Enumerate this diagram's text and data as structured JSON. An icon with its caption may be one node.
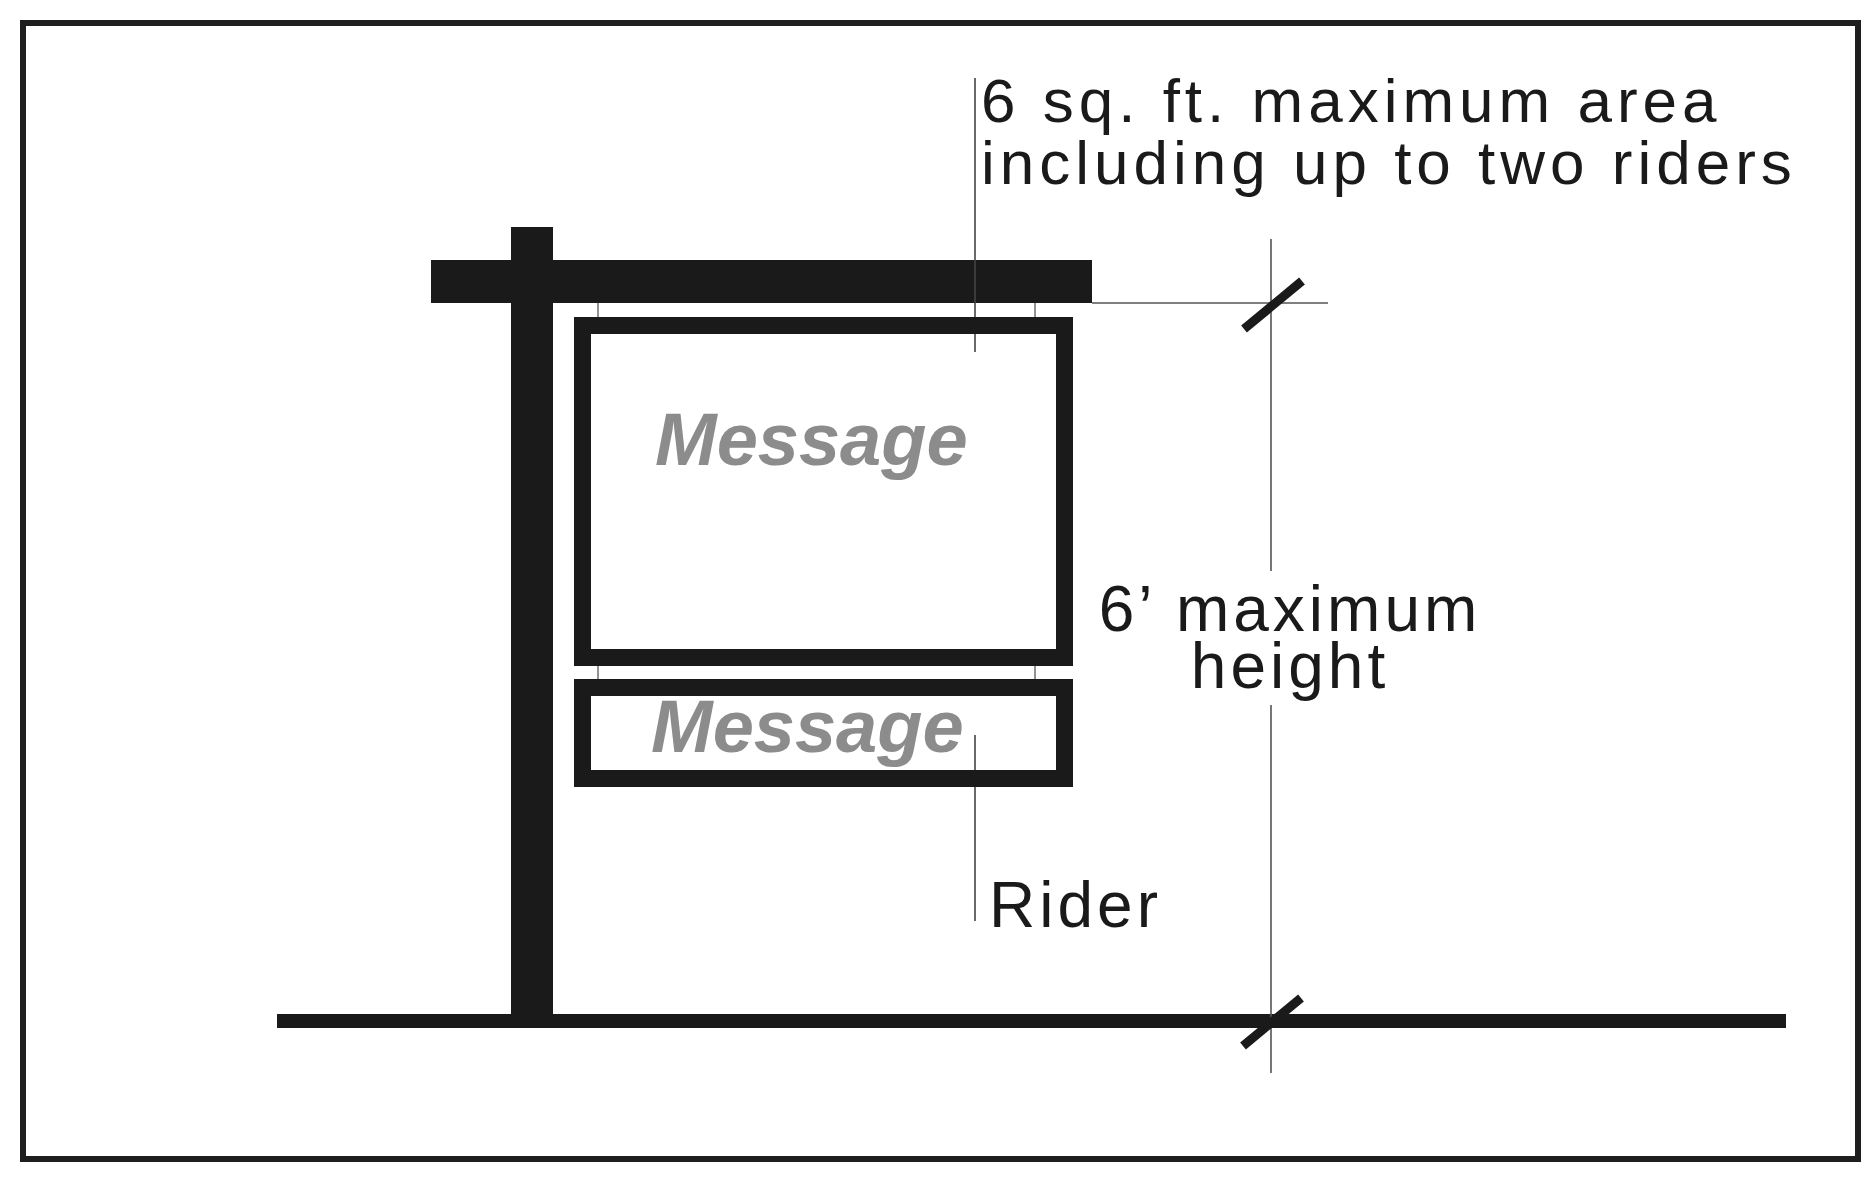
{
  "diagram": {
    "nodes": [
      {
        "text": [
          "6 sq. ft. maximum area including up to two riders"
        ]
      },
      {
        "text": [
          "Message"
        ]
      },
      {
        "text": [
          "Message"
        ]
      },
      {
        "text": [
          "Rider"
        ]
      }
    ],
    "edges": [
      {
        "from": 0,
        "to": 1,
        "arrow": "none"
      },
      {
        "from": 3,
        "to": 2,
        "arrow": "none"
      }
    ],
    "labels": [
      "6’ maximum height"
    ]
  }
}
